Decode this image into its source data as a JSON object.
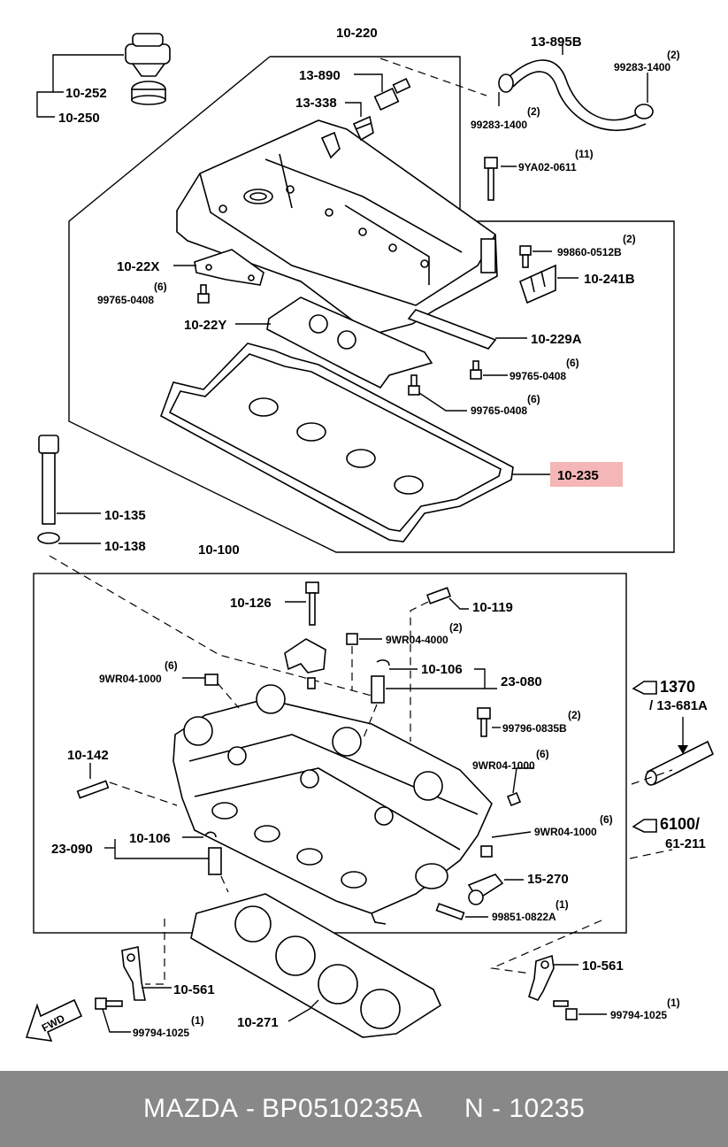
{
  "labels": {
    "l10_220": "10-220",
    "l13_895b": "13-895B",
    "l99283_top_qty": "(2)",
    "l99283_top": "99283-1400",
    "l13_890": "13-890",
    "l10_252": "10-252",
    "l13_338": "13-338",
    "l10_250": "10-250",
    "l99283_mid_qty": "(2)",
    "l99283_mid": "99283-1400",
    "l9ya02_qty": "(11)",
    "l9ya02": "9YA02-0611",
    "l99860_qty": "(2)",
    "l99860": "99860-0512B",
    "l10_22x": "10-22X",
    "l10_241b": "10-241B",
    "l99765_a_qty": "(6)",
    "l99765_a": "99765-0408",
    "l10_22y": "10-22Y",
    "l10_229a": "10-229A",
    "l99765_b_qty": "(6)",
    "l99765_b": "99765-0408",
    "l99765_c_qty": "(6)",
    "l99765_c": "99765-0408",
    "l10_235": "10-235",
    "l10_135": "10-135",
    "l10_138": "10-138",
    "l10_100": "10-100",
    "l10_126": "10-126",
    "l10_119": "10-119",
    "l9wr04_4000_qty": "(2)",
    "l9wr04_4000": "9WR04-4000",
    "l9wr04_1000_a_qty": "(6)",
    "l9wr04_1000_a": "9WR04-1000",
    "l10_106_a": "10-106",
    "l23_080": "23-080",
    "l1370": "1370",
    "l13_681a": "/ 13-681A",
    "l99796_qty": "(2)",
    "l99796": "99796-0835B",
    "l10_142": "10-142",
    "l9wr04_1000_b_qty": "(6)",
    "l9wr04_1000_b": "9WR04-1000",
    "l6100": "6100/",
    "l61_211": "61-211",
    "l9wr04_1000_c_qty": "(6)",
    "l9wr04_1000_c": "9WR04-1000",
    "l23_090": "23-090",
    "l10_106_b": "10-106",
    "l15_270": "15-270",
    "l99851_qty": "(1)",
    "l99851": "99851-0822A",
    "l10_561_a": "10-561",
    "l10_561_b": "10-561",
    "l99794_a_qty": "(1)",
    "l99794_a": "99794-1025",
    "l99794_b_qty": "(1)",
    "l99794_b": "99794-1025",
    "l10_271": "10-271",
    "fwd": "FWD"
  },
  "highlight_color": "#f4b6b6",
  "footer": {
    "brand": "MAZDA",
    "sep": "-",
    "part_number": "BP0510235A",
    "code": "N - 10235",
    "background": "#888888"
  }
}
